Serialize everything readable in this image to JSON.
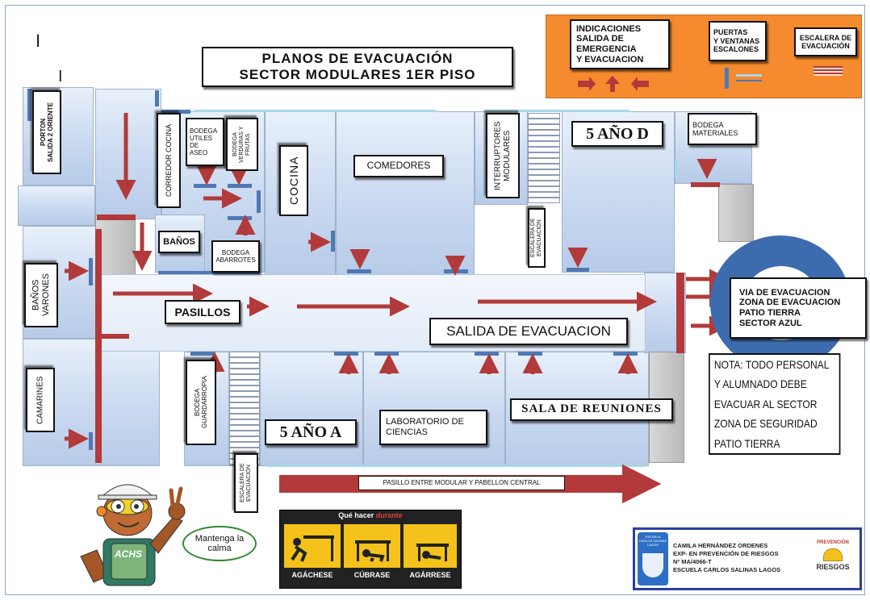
{
  "marks": {
    "mark_1": "I",
    "mark_2": "I"
  },
  "title": {
    "line1": "PLANOS DE EVACUACIÓN",
    "line2": "SECTOR MODULARES 1ER PISO"
  },
  "legend": {
    "indications": "INDICACIONES\nSALIDA DE\nEMERGENCIA\nY EVACUACION",
    "doors": "PUERTAS\nY VENTANAS\nESCALONES",
    "stairs": "ESCALERA DE\nEVACUACIÓN"
  },
  "rooms": {
    "porton": "PORTON\nSALIDA 2 ORIENTE",
    "corredor_cocina": "CORREDOR COCINA",
    "bodega_utiles": "BODEGA\nUTILES DE\nASEO",
    "bodega_verduras": "BODEGA\nVERDURAS Y\nFRUTAS",
    "cocina": "COCINA",
    "comedores": "COMEDORES",
    "interruptores": "INTERRUPTORES\nMODULARES",
    "escalera_1": "ESCALERA DE\nEVACUACIÓN",
    "anio_5d": "5 AÑO D",
    "bodega_materiales": "BODEGA\nMATERIALES",
    "banos": "BAÑOS",
    "bodega_abarrotes": "BODEGA\nABARROTES",
    "banos_varones": "BAÑOS\nVARONES",
    "pasillos": "PASILLOS",
    "salida_evacuacion": "SALIDA DE EVACUACION",
    "camarines": "CAMARINES",
    "bodega_guardarropia": "BODEGA\nGUARDARROPIA",
    "escalera_2": "ESCALERA DE\nEVACUACIÓN",
    "anio_5a": "5 AÑO A",
    "laboratorio": "LABORATORIO DE\nCIENCIAS",
    "sala_reuniones": "SALA DE REUNIONES",
    "pasillo_entre": "PASILLO ENTRE MODULAR Y PABELLON CENTRAL"
  },
  "zone": "VIA DE EVACUACION\nZONA DE EVACUACION\nPATIO TIERRA\nSECTOR AZUL",
  "note": "NOTA: TODO PERSONAL Y ALUMNADO DEBE EVACUAR AL SECTOR ZONA DE SEGURIDAD PATIO TIERRA",
  "mascot": {
    "badge": "ACHS",
    "speech": "Mantenga la\ncalma"
  },
  "poster": {
    "header_prefix": "Qué hacer",
    "header_highlight": "durante",
    "steps": [
      "AGÁCHESE",
      "CÚBRASE",
      "AGÁRRESE"
    ]
  },
  "credits": {
    "school_logo_text": "ESCUELA\nCARLOS SALINAS\nLAGOS",
    "line1": "CAMILA HERNÁNDEZ ORDENES",
    "line2": "EXP- EN PREVENCIÓN DE RIESGOS",
    "line3": "Nº MA/4066-T",
    "line4": "ESCUELA CARLOS SALINAS LAGOS",
    "logo_top": "PREVENCIÓN",
    "logo_bottom": "RIESGOS"
  },
  "colors": {
    "arrow": "#b23a3a",
    "door": "#4f79b4",
    "legend_bg": "#f58a2e",
    "zone_circle": "#3d6cae",
    "poster_bg": "#222222",
    "poster_tile": "#f4c21a"
  }
}
